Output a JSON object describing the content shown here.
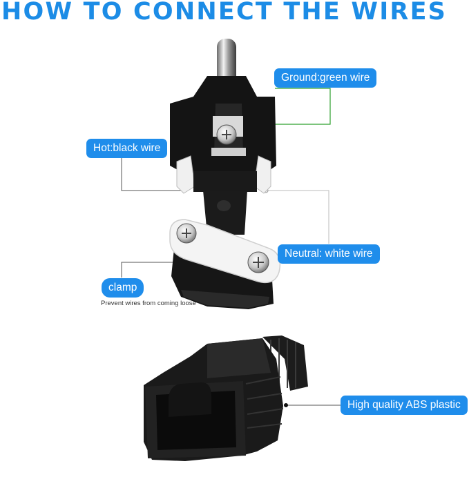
{
  "title": "HOW TO CONNECT THE WIRES",
  "labels": {
    "ground": "Ground:green wire",
    "hot": "Hot:black wire",
    "neutral": "Neutral: white wire",
    "clamp": "clamp",
    "clamp_note": "Prevent wires from coming loose",
    "abs": "High quality ABS plastic"
  },
  "colors": {
    "heading": "#1c8ce6",
    "label_bg": "#1f8deb",
    "label_text": "#ffffff",
    "ground_line": "#2ea02e"
  }
}
